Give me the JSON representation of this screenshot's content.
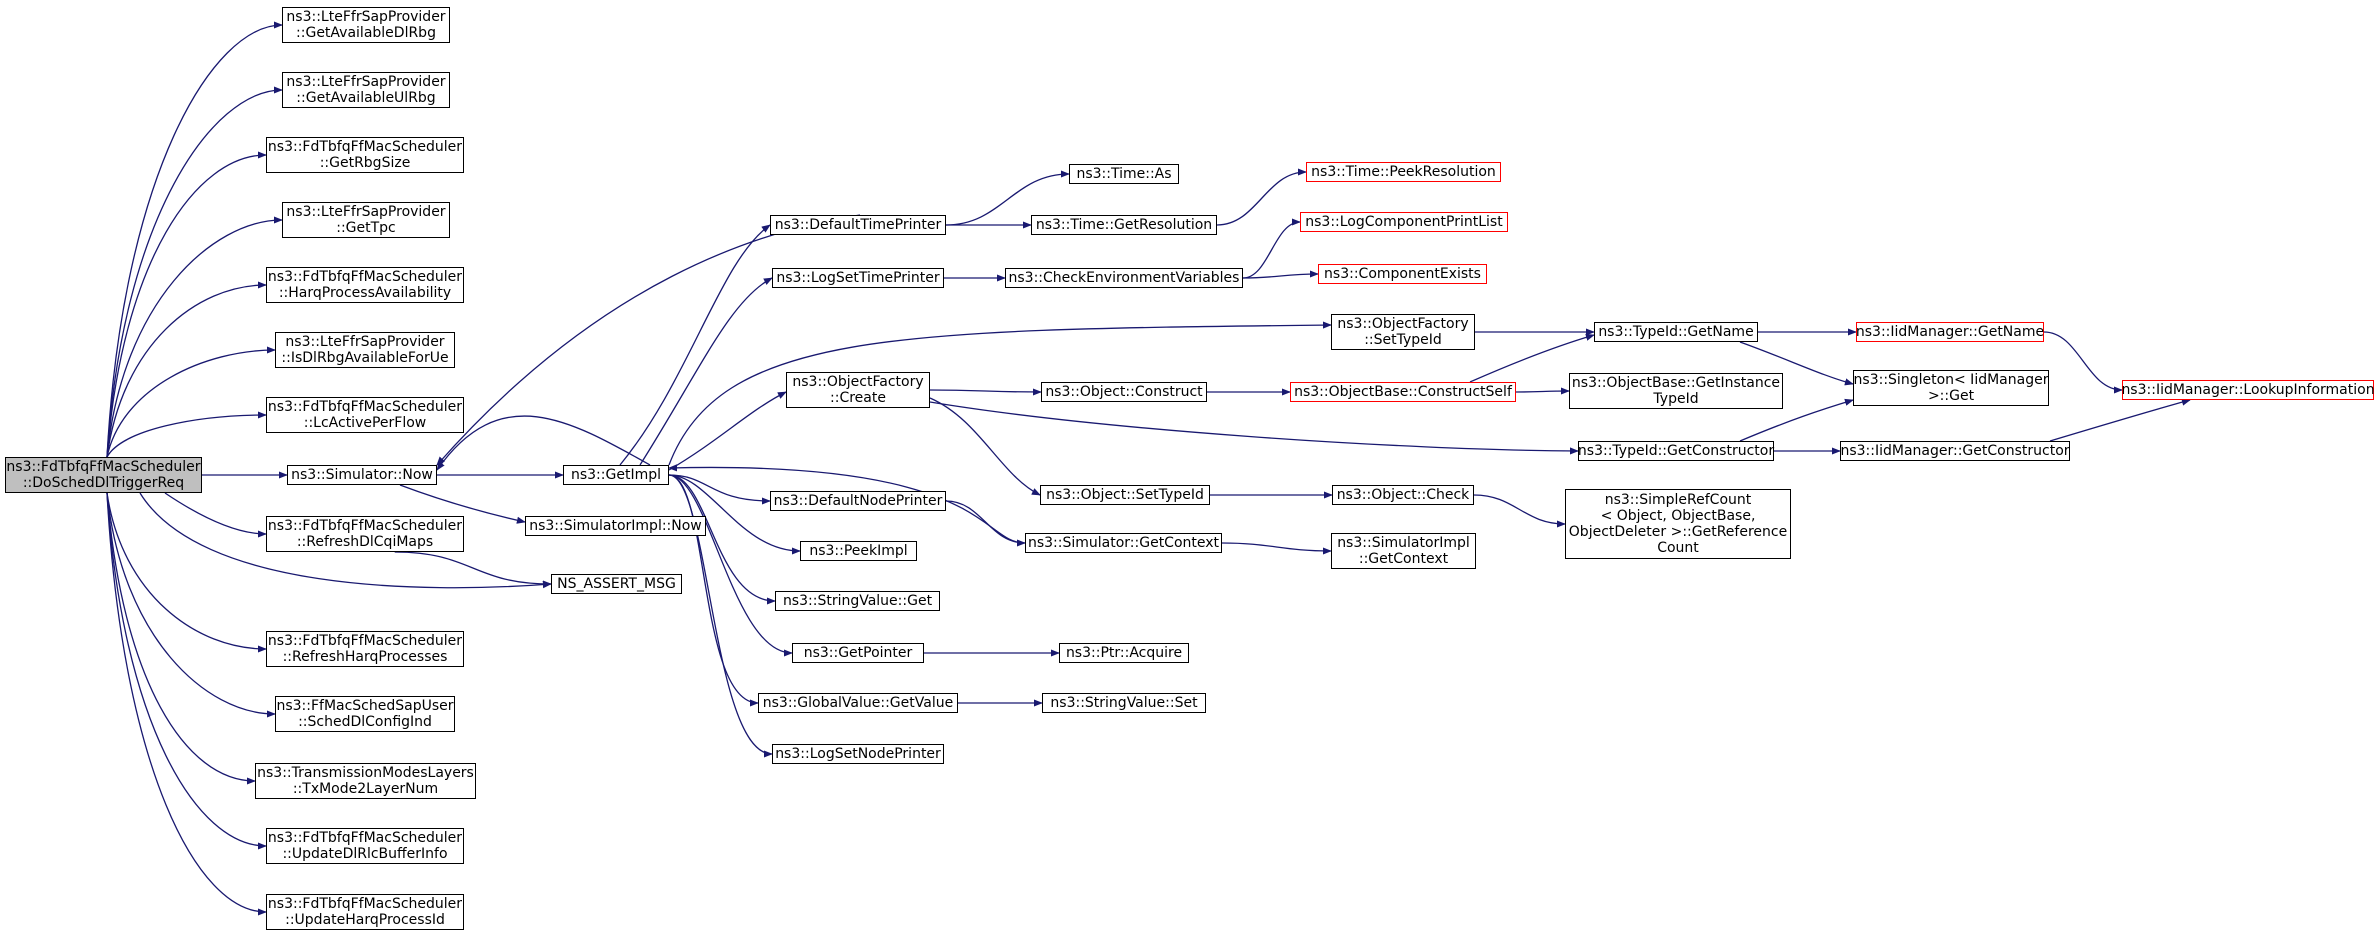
{
  "colors": {
    "edge": "#191970",
    "node_border": "#000000",
    "node_border_truncated": "#ff0000",
    "root_fill": "#bfbfbf"
  },
  "nodes": {
    "do_sched": {
      "lines": [
        "ns3::FdTbfqFfMacScheduler",
        "::DoSchedDlTriggerReq"
      ]
    },
    "get_avail_dl": {
      "lines": [
        "ns3::LteFfrSapProvider",
        "::GetAvailableDlRbg"
      ]
    },
    "get_avail_ul": {
      "lines": [
        "ns3::LteFfrSapProvider",
        "::GetAvailableUlRbg"
      ]
    },
    "get_rbg_size": {
      "lines": [
        "ns3::FdTbfqFfMacScheduler",
        "::GetRbgSize"
      ]
    },
    "get_tpc": {
      "lines": [
        "ns3::LteFfrSapProvider",
        "::GetTpc"
      ]
    },
    "harq_avail": {
      "lines": [
        "ns3::FdTbfqFfMacScheduler",
        "::HarqProcessAvailability"
      ]
    },
    "is_dl_rbg": {
      "lines": [
        "ns3::LteFfrSapProvider",
        "::IsDlRbgAvailableForUe"
      ]
    },
    "lc_active": {
      "lines": [
        "ns3::FdTbfqFfMacScheduler",
        "::LcActivePerFlow"
      ]
    },
    "sim_now": {
      "lines": [
        "ns3::Simulator::Now"
      ]
    },
    "refresh_cqi": {
      "lines": [
        "ns3::FdTbfqFfMacScheduler",
        "::RefreshDlCqiMaps"
      ]
    },
    "refresh_harq": {
      "lines": [
        "ns3::FdTbfqFfMacScheduler",
        "::RefreshHarqProcesses"
      ]
    },
    "sched_dl_cfg": {
      "lines": [
        "ns3::FfMacSchedSapUser",
        "::SchedDlConfigInd"
      ]
    },
    "tx_mode": {
      "lines": [
        "ns3::TransmissionModesLayers",
        "::TxMode2LayerNum"
      ]
    },
    "update_dl_rlc": {
      "lines": [
        "ns3::FdTbfqFfMacScheduler",
        "::UpdateDlRlcBufferInfo"
      ]
    },
    "update_harq_id": {
      "lines": [
        "ns3::FdTbfqFfMacScheduler",
        "::UpdateHarqProcessId"
      ]
    },
    "get_impl": {
      "lines": [
        "ns3::GetImpl"
      ]
    },
    "simimpl_now": {
      "lines": [
        "ns3::SimulatorImpl::Now"
      ]
    },
    "ns_assert": {
      "lines": [
        "NS_ASSERT_MSG"
      ]
    },
    "default_time_printer": {
      "lines": [
        "ns3::DefaultTimePrinter"
      ]
    },
    "log_set_time_printer": {
      "lines": [
        "ns3::LogSetTimePrinter"
      ]
    },
    "obj_factory_create": {
      "lines": [
        "ns3::ObjectFactory",
        "::Create"
      ]
    },
    "default_node_printer": {
      "lines": [
        "ns3::DefaultNodePrinter"
      ]
    },
    "peek_impl": {
      "lines": [
        "ns3::PeekImpl"
      ]
    },
    "string_value_get": {
      "lines": [
        "ns3::StringValue::Get"
      ]
    },
    "get_pointer": {
      "lines": [
        "ns3::GetPointer"
      ]
    },
    "global_value_get": {
      "lines": [
        "ns3::GlobalValue::GetValue"
      ]
    },
    "log_set_node_printer": {
      "lines": [
        "ns3::LogSetNodePrinter"
      ]
    },
    "time_as": {
      "lines": [
        "ns3::Time::As"
      ]
    },
    "time_get_res": {
      "lines": [
        "ns3::Time::GetResolution"
      ]
    },
    "check_env": {
      "lines": [
        "ns3::CheckEnvironmentVariables"
      ]
    },
    "object_construct": {
      "lines": [
        "ns3::Object::Construct"
      ]
    },
    "object_set_type_id": {
      "lines": [
        "ns3::Object::SetTypeId"
      ]
    },
    "sim_get_context": {
      "lines": [
        "ns3::Simulator::GetContext"
      ]
    },
    "ptr_acquire": {
      "lines": [
        "ns3::Ptr::Acquire"
      ]
    },
    "string_value_set": {
      "lines": [
        "ns3::StringValue::Set"
      ]
    },
    "time_peek_res": {
      "lines": [
        "ns3::Time::PeekResolution"
      ]
    },
    "log_comp_print": {
      "lines": [
        "ns3::LogComponentPrintList"
      ]
    },
    "comp_exists": {
      "lines": [
        "ns3::ComponentExists"
      ]
    },
    "obj_factory_set_type": {
      "lines": [
        "ns3::ObjectFactory",
        "::SetTypeId"
      ]
    },
    "obj_base_construct_self": {
      "lines": [
        "ns3::ObjectBase::ConstructSelf"
      ]
    },
    "object_check": {
      "lines": [
        "ns3::Object::Check"
      ]
    },
    "simimpl_get_context": {
      "lines": [
        "ns3::SimulatorImpl",
        "::GetContext"
      ]
    },
    "typeid_get_name": {
      "lines": [
        "ns3::TypeId::GetName"
      ]
    },
    "obj_base_get_instance": {
      "lines": [
        "ns3::ObjectBase::GetInstance",
        "TypeId"
      ]
    },
    "typeid_get_ctor": {
      "lines": [
        "ns3::TypeId::GetConstructor"
      ]
    },
    "simple_ref_count": {
      "lines": [
        "ns3::SimpleRefCount",
        "< Object, ObjectBase,",
        "ObjectDeleter >::GetReference",
        "Count"
      ]
    },
    "iid_get_name": {
      "lines": [
        "ns3::IidManager::GetName"
      ]
    },
    "singleton_get": {
      "lines": [
        "ns3::Singleton< IidManager",
        ">::Get"
      ]
    },
    "iid_get_ctor": {
      "lines": [
        "ns3::IidManager::GetConstructor"
      ]
    },
    "iid_lookup": {
      "lines": [
        "ns3::IidManager::LookupInformation"
      ]
    }
  }
}
